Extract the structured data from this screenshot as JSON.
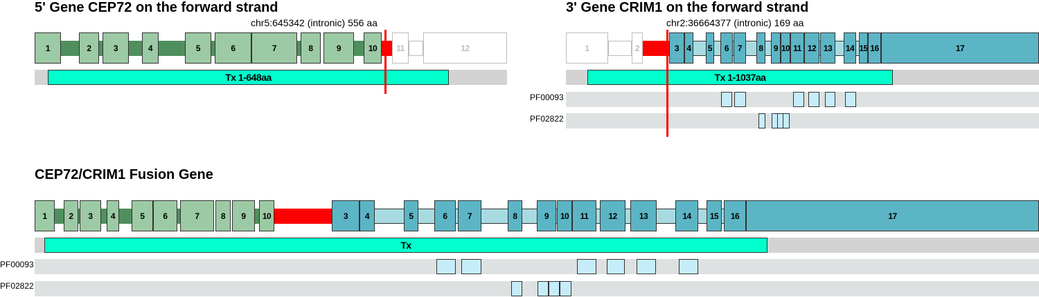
{
  "gene5": {
    "title": "5' Gene CEP72 on the forward strand",
    "breakpoint_label": "chr5:645342 (intronic) 556 aa",
    "transcript_label": "Tx 1-648aa",
    "exons": [
      "1",
      "2",
      "3",
      "4",
      "5",
      "6",
      "7",
      "8",
      "9",
      "10",
      "11",
      "12"
    ],
    "exon_color": "#9ccaa4",
    "intron_color": "#4f8f5e"
  },
  "gene3": {
    "title": "3' Gene CRIM1 on the forward strand",
    "breakpoint_label": "chr2:36664377 (intronic) 169 aa",
    "transcript_label": "Tx 1-1037aa",
    "exons": [
      "1",
      "2",
      "3",
      "4",
      "5",
      "6",
      "7",
      "8",
      "9",
      "10",
      "11",
      "12",
      "13",
      "14",
      "15",
      "16",
      "17"
    ],
    "exon_color": "#5bb5c5",
    "intron_color": "#a8dbe1",
    "domains": [
      "PF00093",
      "PF02822"
    ]
  },
  "fusion": {
    "title": "CEP72/CRIM1 Fusion Gene",
    "transcript_label": "Tx",
    "exons": [
      "1",
      "2",
      "3",
      "4",
      "5",
      "6",
      "7",
      "8",
      "9",
      "10",
      "3",
      "4",
      "5",
      "6",
      "7",
      "8",
      "9",
      "10",
      "11",
      "12",
      "13",
      "14",
      "15",
      "16",
      "17"
    ],
    "domains": [
      "PF00093",
      "PF02822"
    ]
  },
  "colors": {
    "breakpoint": "#ff0000",
    "transcript": "#00ffcc",
    "domain_box": "#c6ecfa",
    "track_bg": "#d3d3d3"
  }
}
